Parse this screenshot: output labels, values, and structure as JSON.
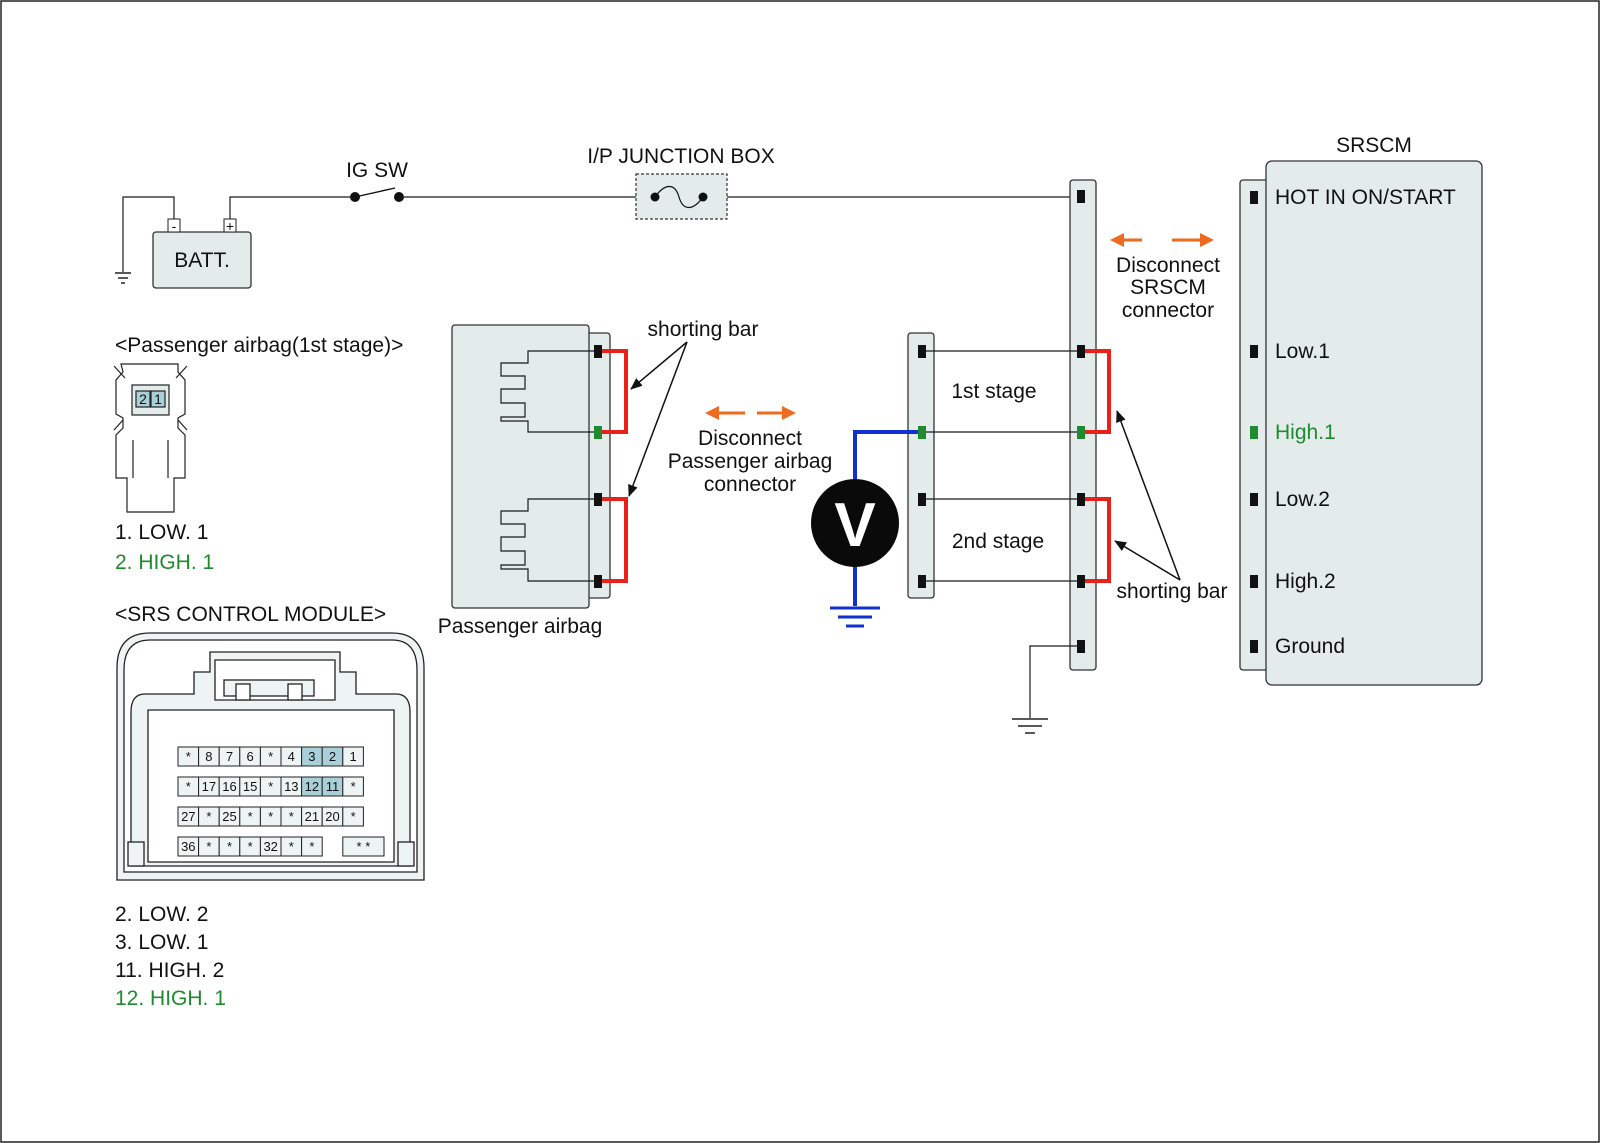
{
  "labels": {
    "ig_sw": "IG SW",
    "ip_junction_box": "I/P JUNCTION BOX",
    "batt": "BATT.",
    "batt_minus": "-",
    "batt_plus": "+",
    "srscm_title": "SRSCM",
    "passenger_airbag_stage_title": "<Passenger airbag(1st stage)>",
    "srs_module_title": "<SRS CONTROL MODULE>",
    "passenger_airbag": "Passenger airbag",
    "shorting_bar_top": "shorting bar",
    "shorting_bar_bottom": "shorting bar",
    "disconnect_pab": [
      "Disconnect",
      "Passenger airbag",
      "connector"
    ],
    "disconnect_srscm": [
      "Disconnect",
      "SRSCM",
      "connector"
    ],
    "stage1": "1st stage",
    "stage2": "2nd stage",
    "voltmeter": "V"
  },
  "srscm_pins": [
    {
      "label": "HOT IN ON/START",
      "color": "#111111"
    },
    {
      "label": "Low.1",
      "color": "#111111"
    },
    {
      "label": "High.1",
      "color": "#1f8a2e"
    },
    {
      "label": "Low.2",
      "color": "#111111"
    },
    {
      "label": "High.2",
      "color": "#111111"
    },
    {
      "label": "Ground",
      "color": "#111111"
    }
  ],
  "airbag_connector_legend": [
    {
      "text": "1. LOW. 1",
      "color": "#111111"
    },
    {
      "text": "2. HIGH. 1",
      "color": "#1f8a2e"
    }
  ],
  "airbag_connector_pins": [
    "2",
    "1"
  ],
  "module_legend": [
    {
      "text": "2. LOW. 2",
      "color": "#111111"
    },
    {
      "text": "3. LOW. 1",
      "color": "#111111"
    },
    {
      "text": "11. HIGH. 2",
      "color": "#111111"
    },
    {
      "text": "12. HIGH. 1",
      "color": "#1f8a2e"
    }
  ],
  "module_pin_rows": [
    [
      "*",
      "8",
      "7",
      "6",
      "*",
      "4",
      "3",
      "2",
      "1"
    ],
    [
      "*",
      "17",
      "16",
      "15",
      "*",
      "13",
      "12",
      "11",
      "*"
    ],
    [
      "27",
      "*",
      "25",
      "*",
      "*",
      "*",
      "21",
      "20",
      "*"
    ],
    [
      "36",
      "*",
      "*",
      "*",
      "32",
      "*",
      "*",
      "",
      "* *"
    ]
  ],
  "module_highlight_pins": [
    "3",
    "2",
    "12",
    "11"
  ],
  "colors": {
    "shorting_bar": "#e8221b",
    "high_signal": "#1f8a2e",
    "meter_wire": "#1030d0",
    "disconnect_arrow": "#ee6a1e",
    "connector_fill": "#e3ecea",
    "highlight_cell": "#a9cfd9"
  }
}
